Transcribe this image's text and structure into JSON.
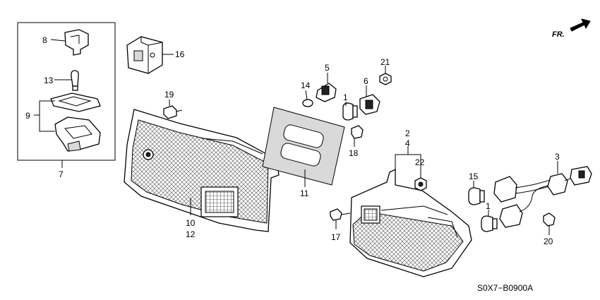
{
  "labels": {
    "p1a": "1",
    "p1b": "1",
    "p2": "2",
    "p3": "3",
    "p4": "4",
    "p5": "5",
    "p6": "6",
    "p7": "7",
    "p8": "8",
    "p9": "9",
    "p10": "10",
    "p11": "11",
    "p12": "12",
    "p13": "13",
    "p14": "14",
    "p15": "15",
    "p16": "16",
    "p17": "17",
    "p18": "18",
    "p19": "19",
    "p20": "20",
    "p21": "21",
    "p22": "22"
  },
  "direction_label": "FR.",
  "diagram_code": "S0X7−B0900A"
}
